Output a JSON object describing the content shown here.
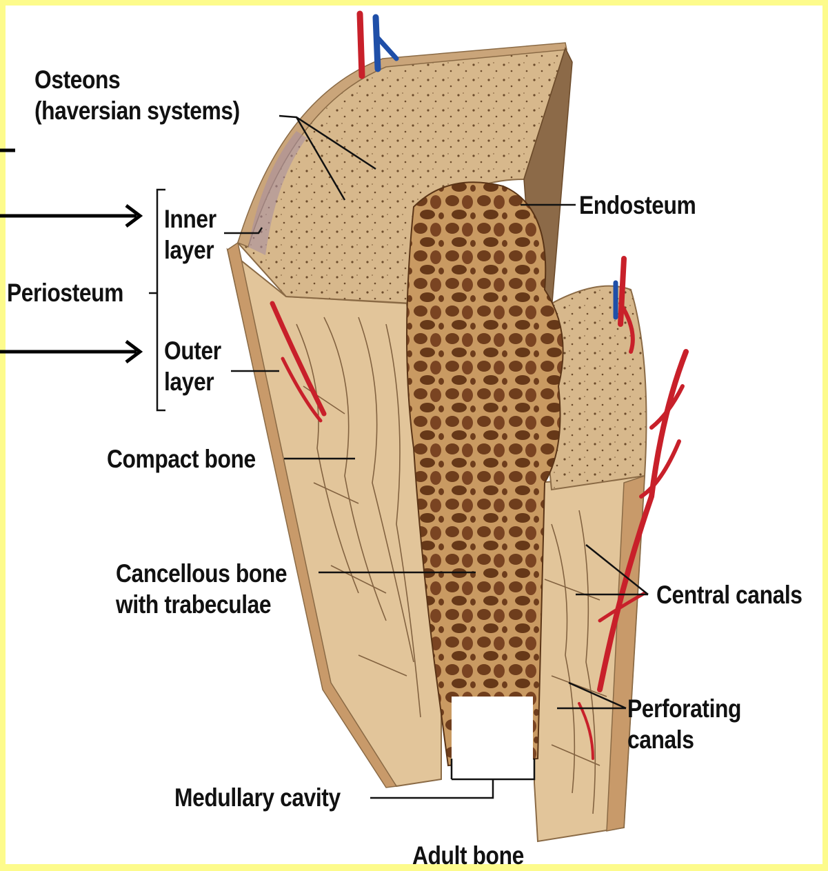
{
  "labels": {
    "osteons": "Osteons\n(haversian systems)",
    "endosteum": "Endosteum",
    "inner_layer": "Inner\nlayer",
    "periosteum": "Periosteum",
    "outer_layer": "Outer\nlayer",
    "compact_bone": "Compact bone",
    "cancellous_bone": "Cancellous bone\nwith trabeculae",
    "central_canals": "Central canals",
    "perforating_canals": "Perforating\ncanals",
    "medullary_cavity": "Medullary cavity",
    "caption": "Adult bone"
  },
  "colors": {
    "frame": "#fdfb8c",
    "bone_surface": "#d9b888",
    "bone_dark": "#b99467",
    "cancellous": "#8a5530",
    "vessel_red": "#c8202a",
    "vessel_blue": "#1f4fa8"
  }
}
